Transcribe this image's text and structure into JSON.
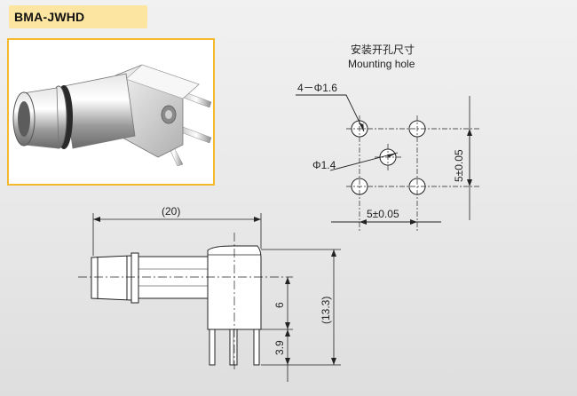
{
  "title": "BMA-JWHD",
  "mounting_hole": {
    "label_cn": "安装开孔尺寸",
    "label_en": "Mounting hole",
    "hole_count_dim": "4－Φ1.6",
    "center_hole_dim": "Φ1.4",
    "horizontal_dim": "5±0.05",
    "vertical_dim": "5±0.05"
  },
  "side_view": {
    "length_dim": "(20)",
    "height_dim": "(13.3)",
    "center_dim": "6",
    "pin_dim": "3.9"
  },
  "colors": {
    "photo_border": "#f4b92c",
    "title_bg": "#fbe5a1"
  }
}
